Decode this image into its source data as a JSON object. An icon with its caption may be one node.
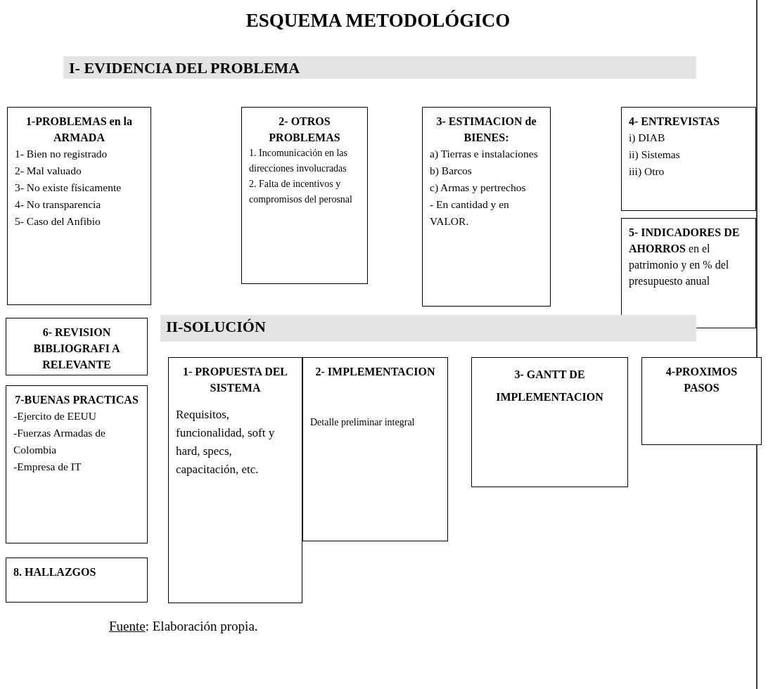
{
  "diagram": {
    "title": "ESQUEMA METODOLÓGICO",
    "caption": "Fuente: Elaboración propia.",
    "nodes": [
      {
        "text": [
          "I- EVIDENCIA DEL PROBLEMA"
        ]
      },
      {
        "text": [
          "1-PROBLEMAS en la ARMADA",
          "1- Bien no registrado",
          "2- Mal valuado",
          "3- No existe físicamente",
          "4- No transparencia",
          "5- Caso del Anfibio"
        ]
      },
      {
        "text": [
          "2- OTROS PROBLEMAS",
          "1. Incomunicación en las direcciones involucradas",
          "2. Falta de incentivos y compromisos del perosnal"
        ]
      },
      {
        "text": [
          "3- ESTIMACION de BIENES:",
          "a) Tierras e instalaciones",
          "b) Barcos",
          "c) Armas y pertrechos",
          "- En cantidad y en VALOR."
        ]
      },
      {
        "text": [
          "4- ENTREVISTAS",
          "i) DIAB",
          "ii) Sistemas",
          "iii) Otro"
        ]
      },
      {
        "text": [
          "**5- INDICADORES DE AHORROS** en el patrimonio y en % del presupuesto anual"
        ]
      },
      {
        "text": [
          "6- REVISION BIBLIOGRAFI A RELEVANTE"
        ]
      },
      {
        "text": [
          "7-BUENAS PRACTICAS",
          "-Ejercito de EEUU",
          "-Fuerzas Armadas de Colombia",
          "-Empresa de IT"
        ]
      },
      {
        "text": [
          "8. HALLAZGOS"
        ]
      },
      {
        "text": [
          "II-SOLUCIÓN"
        ]
      },
      {
        "text": [
          "1- PROPUESTA DEL SISTEMA",
          "Requisitos, funcionalidad, soft y hard, specs, capacitación, etc."
        ]
      },
      {
        "text": [
          "2- IMPLEMENTACION",
          "Detalle preliminar integral"
        ]
      },
      {
        "text": [
          "3- GANTT DE IMPLEMENTACION"
        ]
      },
      {
        "text": [
          "4-PROXIMOS PASOS"
        ]
      }
    ]
  }
}
